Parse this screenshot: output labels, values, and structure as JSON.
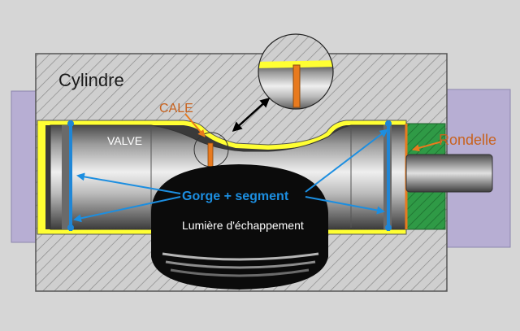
{
  "labels": {
    "cylinder": "Cylindre",
    "shim": "CALE",
    "valve": "VALVE",
    "washer": "Rondelle",
    "groove": "Gorge + segment",
    "exhaust_port": "Lumière d'échappement"
  },
  "colors": {
    "background": "#d6d6d6",
    "hatch_fill": "#cfcfcf",
    "hatch_line": "#8a8a8a",
    "side_blocks": "#b7aed3",
    "yellow_liner": "#ffff33",
    "blue_segment": "#1f86d6",
    "orange": "#e87a1e",
    "green_washer": "#2f9a46",
    "port_black": "#0b0b0b",
    "label_orange": "#c8621e",
    "label_blue": "#1c8ee0"
  }
}
